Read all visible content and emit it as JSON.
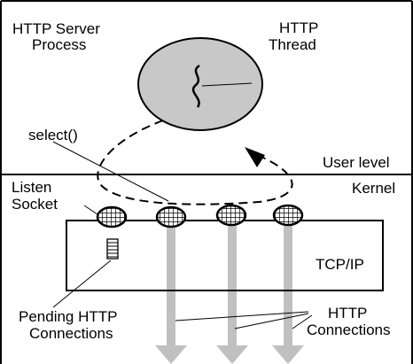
{
  "labels": {
    "server_line1": "HTTP Server",
    "server_line2": "Process",
    "thread_line1": "HTTP",
    "thread_line2": "Thread",
    "select_call": "select()",
    "user_level": "User level",
    "kernel": "Kernel",
    "listen_line1": "Listen",
    "listen_line2": "Socket",
    "tcpip": "TCP/IP",
    "pending_line1": "Pending HTTP",
    "pending_line2": "Connections",
    "http_conn_line1": "HTTP",
    "http_conn_line2": "Connections"
  },
  "colors": {
    "process_fill": "#c8c8c8",
    "arrow_gray": "#c0c0c0",
    "ink": "#000000"
  }
}
